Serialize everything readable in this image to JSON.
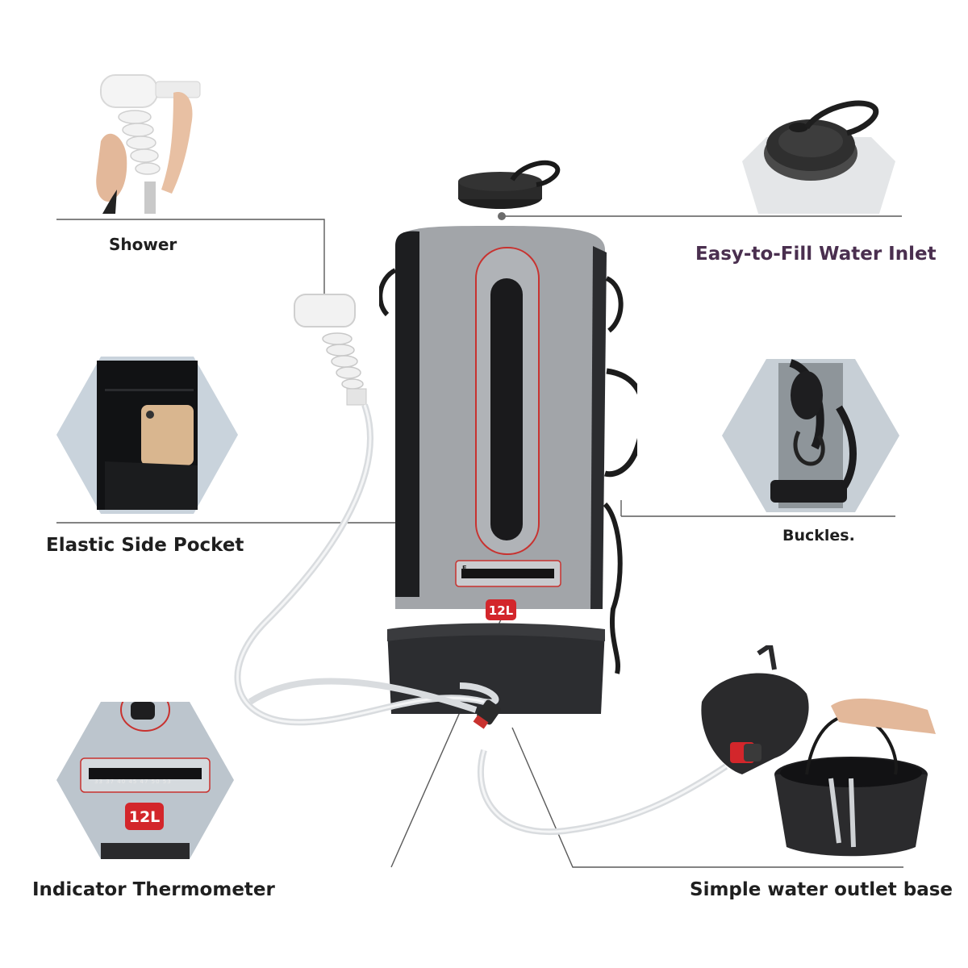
{
  "labels": {
    "shower": "Shower",
    "water_inlet": "Easy-to-Fill Water Inlet",
    "side_pocket": "Elastic Side Pocket",
    "buckles": "Buckles.",
    "thermometer": "Indicator Thermometer",
    "outlet_base": "Simple water outlet base"
  },
  "product": {
    "capacity_badge": "12L",
    "thermometer_f": "F",
    "thermometer_scale": "33 37 40 45 47 50 53"
  },
  "colors": {
    "label_dark": "#1f1f1f",
    "label_purple": "#4a2f4f",
    "tank_gray": "#9c9fa3",
    "tank_dark": "#2b2c2f",
    "accent_red": "#d3262b",
    "callout_line": "#555555"
  }
}
